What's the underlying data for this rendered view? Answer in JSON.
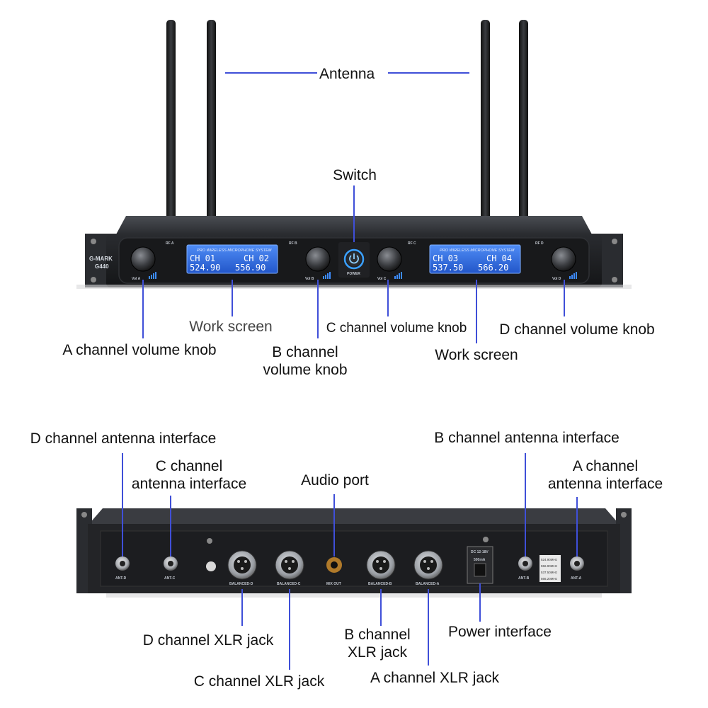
{
  "front": {
    "brand": "G-MARK",
    "model": "G440",
    "power_label": "POWER",
    "screen_header": "PRO WIRELESS MICROPHONE SYSTEM",
    "screen_left": {
      "ch_a": "CH 01",
      "ch_b": "CH 02",
      "freq_a": "524.90",
      "freq_b": "556.90"
    },
    "screen_right": {
      "ch_a": "CH 03",
      "ch_b": "CH 04",
      "freq_a": "537.50",
      "freq_b": "566.20"
    },
    "vol_a": "Vol A",
    "vol_b": "Vol B",
    "vol_c": "Vol C",
    "vol_d": "Vol D",
    "rf_a": "RF A",
    "rf_b": "RF B",
    "rf_c": "RF C",
    "rf_d": "RF D"
  },
  "rear": {
    "ant_d": "ANT-D",
    "ant_c": "ANT-C",
    "ant_b": "ANT-B",
    "ant_a": "ANT-A",
    "bal_d": "BALANCED-D",
    "bal_c": "BALANCED-C",
    "bal_b": "BALANCED-B",
    "bal_a": "BALANCED-A",
    "mix_out": "MIX OUT",
    "dc_line1": "DC 12-18V",
    "dc_line2": "500mA",
    "freqs": [
      "524.90MHz",
      "556.90MHz",
      "537.50MHz",
      "566.20MHz"
    ]
  },
  "labels": {
    "antenna": "Antenna",
    "switch": "Switch",
    "a_vol": "A channel volume knob",
    "work_screen_1": "Work screen",
    "b_vol_1": "B channel",
    "b_vol_2": "volume knob",
    "c_vol": "C channel volume knob",
    "work_screen_2": "Work screen",
    "d_vol": "D channel volume knob",
    "d_ant": "D channel antenna interface",
    "c_ant_1": "C channel",
    "c_ant_2": "antenna interface",
    "audio_port": "Audio port",
    "b_ant": "B channel antenna interface",
    "a_ant_1": "A channel",
    "a_ant_2": "antenna interface",
    "d_xlr": "D channel XLR jack",
    "c_xlr": "C channel XLR jack",
    "b_xlr_1": "B channel",
    "b_xlr_2": "XLR jack",
    "a_xlr": "A channel XLR jack",
    "power_interface": "Power interface"
  },
  "colors": {
    "leader": "#3f4fd8",
    "chassis": "#2b2d31",
    "panel": "#1c1d20",
    "screen": "#2f6fe6",
    "power_ring": "#3aa0ff"
  }
}
